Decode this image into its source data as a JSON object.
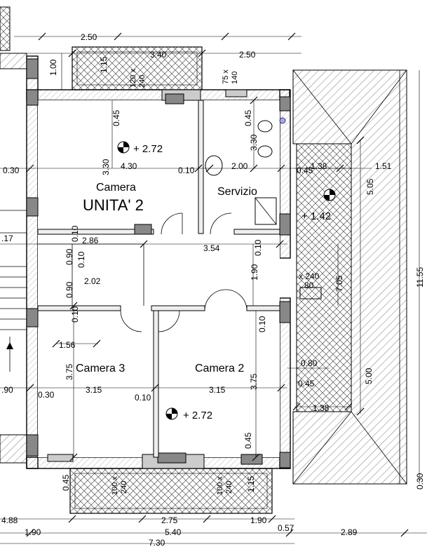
{
  "rooms": {
    "camera_top": "Camera",
    "unit": "UNITA' 2",
    "servizio": "Servizio",
    "camera3": "Camera 3",
    "camera2": "Camera 2"
  },
  "levels": {
    "top": "+ 2.72",
    "terrace": "+ 1.42",
    "bottom": "+ 2.72"
  },
  "dims": {
    "d250a": "2.50",
    "d340": "3.40",
    "d250b": "2.50",
    "d100": "1.00",
    "d115a": "1.15",
    "w120": "120 x",
    "w240a": "240",
    "w75": "75 x",
    "w140": "140",
    "d045a": "0.45",
    "d045b": "0.45",
    "d330a": "3.30",
    "d330b": "3.30",
    "d030a": "0.30",
    "d430": "4.30",
    "d010a": "0.10",
    "d200": "2.00",
    "d045c": "0.45",
    "d138a": "1.38",
    "d151": "1.51",
    "d505": "5.05",
    "d17": ".17",
    "d010b": "0.10",
    "d286": "2.86",
    "d354": "3.54",
    "d010c": "0.10",
    "d090a": "0.90",
    "d010d": "0.10",
    "d190a": "1.90",
    "w240b": "x 240",
    "w80": "80",
    "d705": "7.05",
    "d1155": "11.55",
    "d202": "2.02",
    "d090b": "0.90",
    "d010e": "0.10",
    "d010f": "0.10",
    "d156": "1.56",
    "d080": "0.80",
    "d375a": "3.75",
    "d375b": "3.75",
    "d500": "5.00",
    "d090c": ".90",
    "d030b": "0.30",
    "d315a": "3.15",
    "d315b": "3.15",
    "d045d": "0.45",
    "d010g": "0.10",
    "d138b": "1.38",
    "d045e": "0.45",
    "d045f": "0.45",
    "w100a": "100 x",
    "w240c": "240",
    "w100b": "100 x",
    "w240d": "240",
    "d115b": "1.15",
    "d030c": "0.30",
    "d488": "4.88",
    "d275": "2.75",
    "d190b": "1.90",
    "d190c": "1.90",
    "d540": "5.40",
    "d057": "0.57",
    "d289": "2.89",
    "d730": "7.30"
  }
}
